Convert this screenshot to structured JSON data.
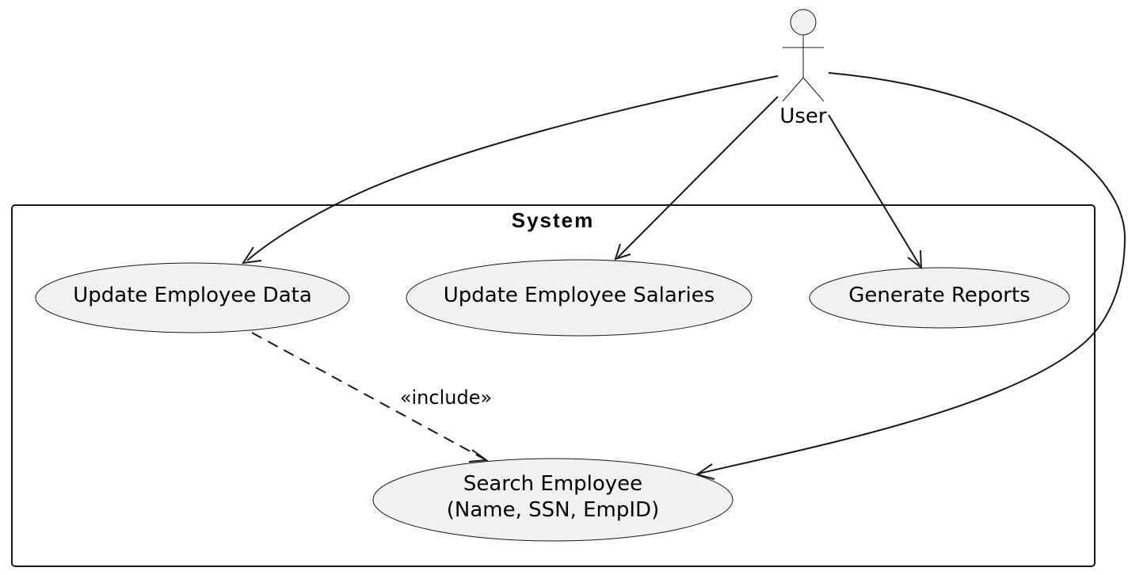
{
  "diagram": {
    "actor": {
      "label": "User"
    },
    "system": {
      "title": "System"
    },
    "usecases": {
      "update_employee_data": "Update Employee Data",
      "update_employee_salaries": "Update Employee Salaries",
      "generate_reports": "Generate Reports",
      "search_employee_line1": "Search Employee",
      "search_employee_line2": "(Name, SSN, EmpID)"
    },
    "relations": {
      "include_label": "«include»"
    }
  }
}
